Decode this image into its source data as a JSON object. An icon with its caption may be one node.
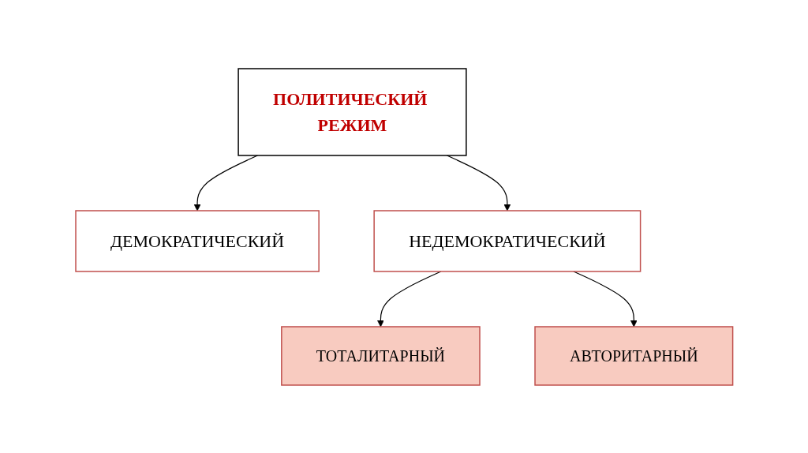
{
  "diagram": {
    "nodes": [
      {
        "text": [
          "ПОЛИТИЧЕСКИЙ РЕЖИМ"
        ]
      },
      {
        "text": [
          "ДЕМОКРАТИЧЕСКИЙ"
        ]
      },
      {
        "text": [
          "НЕДЕМОКРАТИЧЕСКИЙ"
        ]
      },
      {
        "text": [
          "ТОТАЛИТАРНЫЙ"
        ]
      },
      {
        "text": [
          "АВТОРИТАРНЫЙ"
        ]
      }
    ],
    "edges": [
      {
        "from": 0,
        "to": 1,
        "arrow": "to"
      },
      {
        "from": 0,
        "to": 2,
        "arrow": "to"
      },
      {
        "from": 2,
        "to": 3,
        "arrow": "to"
      },
      {
        "from": 2,
        "to": 4,
        "arrow": "to"
      }
    ]
  }
}
